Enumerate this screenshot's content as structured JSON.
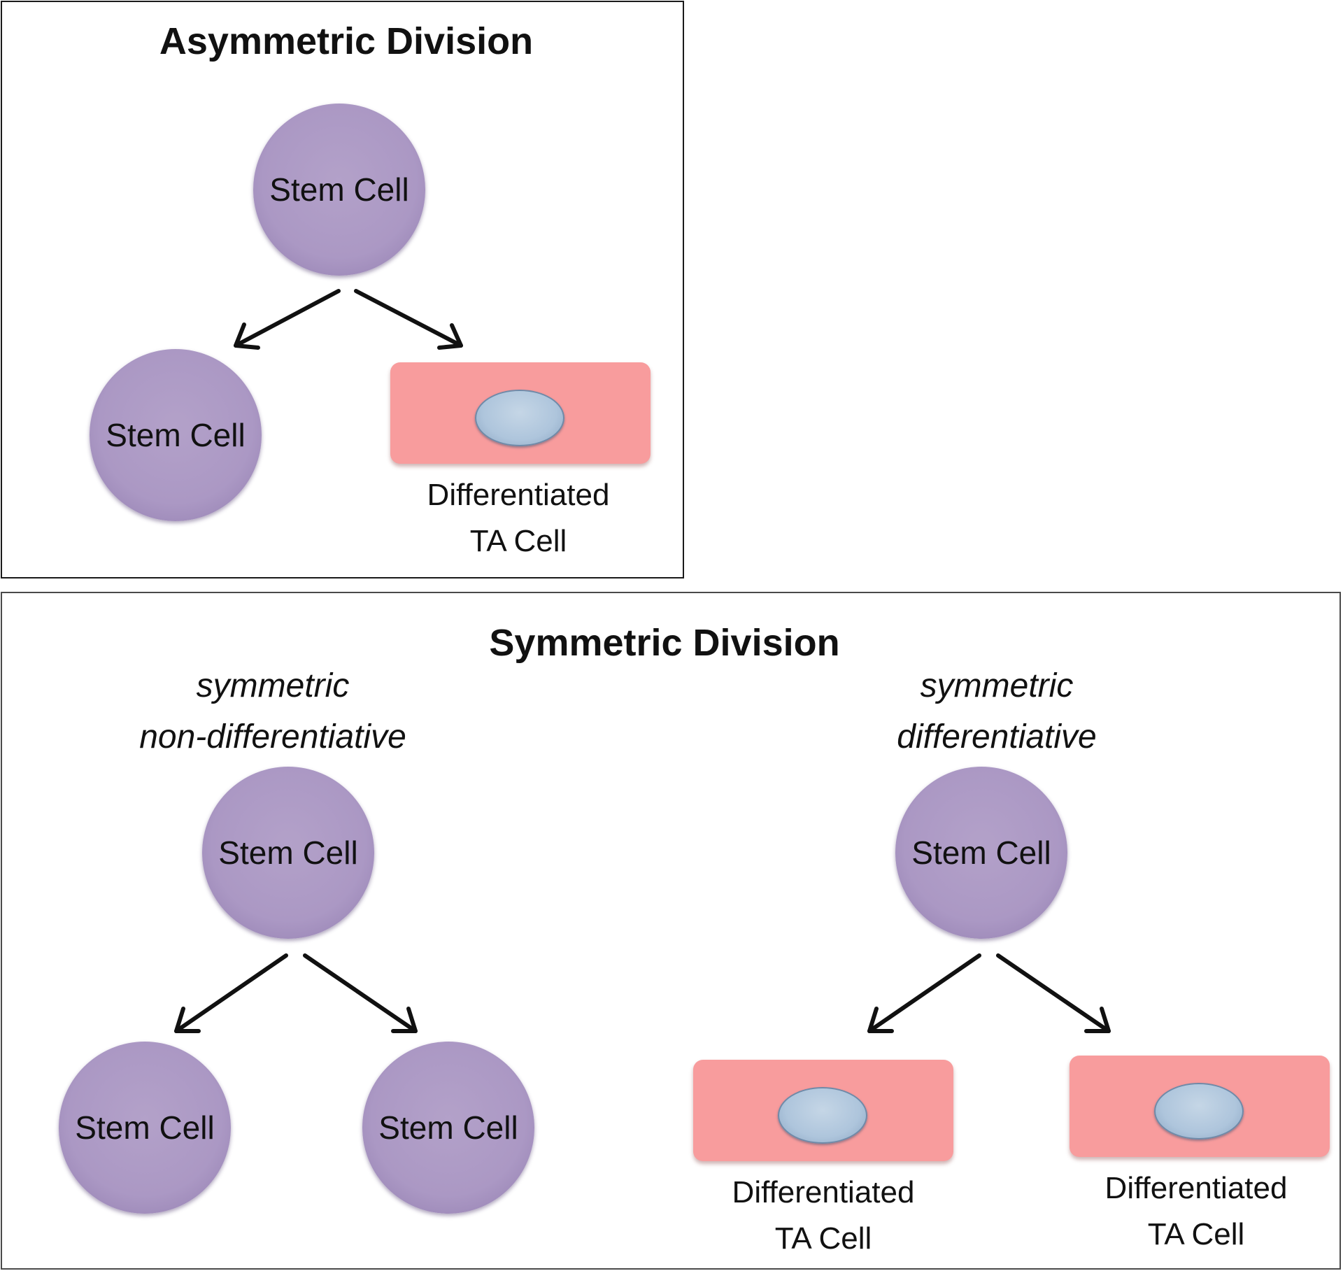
{
  "asymmetric": {
    "title": "Asymmetric Division",
    "parent_label": "Stem Cell",
    "child_stem_label": "Stem Cell",
    "child_ta_label": [
      "Differentiated",
      "TA Cell"
    ]
  },
  "symmetric": {
    "title": "Symmetric Division",
    "non_diff": {
      "subtitle": [
        "symmetric",
        "non-differentiative"
      ],
      "parent_label": "Stem Cell",
      "child_left_label": "Stem Cell",
      "child_right_label": "Stem Cell"
    },
    "diff": {
      "subtitle": [
        "symmetric",
        "differentiative"
      ],
      "parent_label": "Stem Cell",
      "child_left_label": [
        "Differentiated",
        "TA Cell"
      ],
      "child_right_label": [
        "Differentiated",
        "TA Cell"
      ]
    }
  },
  "colors": {
    "stem_cell": "#ab98c4",
    "ta_cell": "#f89c9d",
    "nucleus": "#aec5dc",
    "arrow": "#111111"
  }
}
